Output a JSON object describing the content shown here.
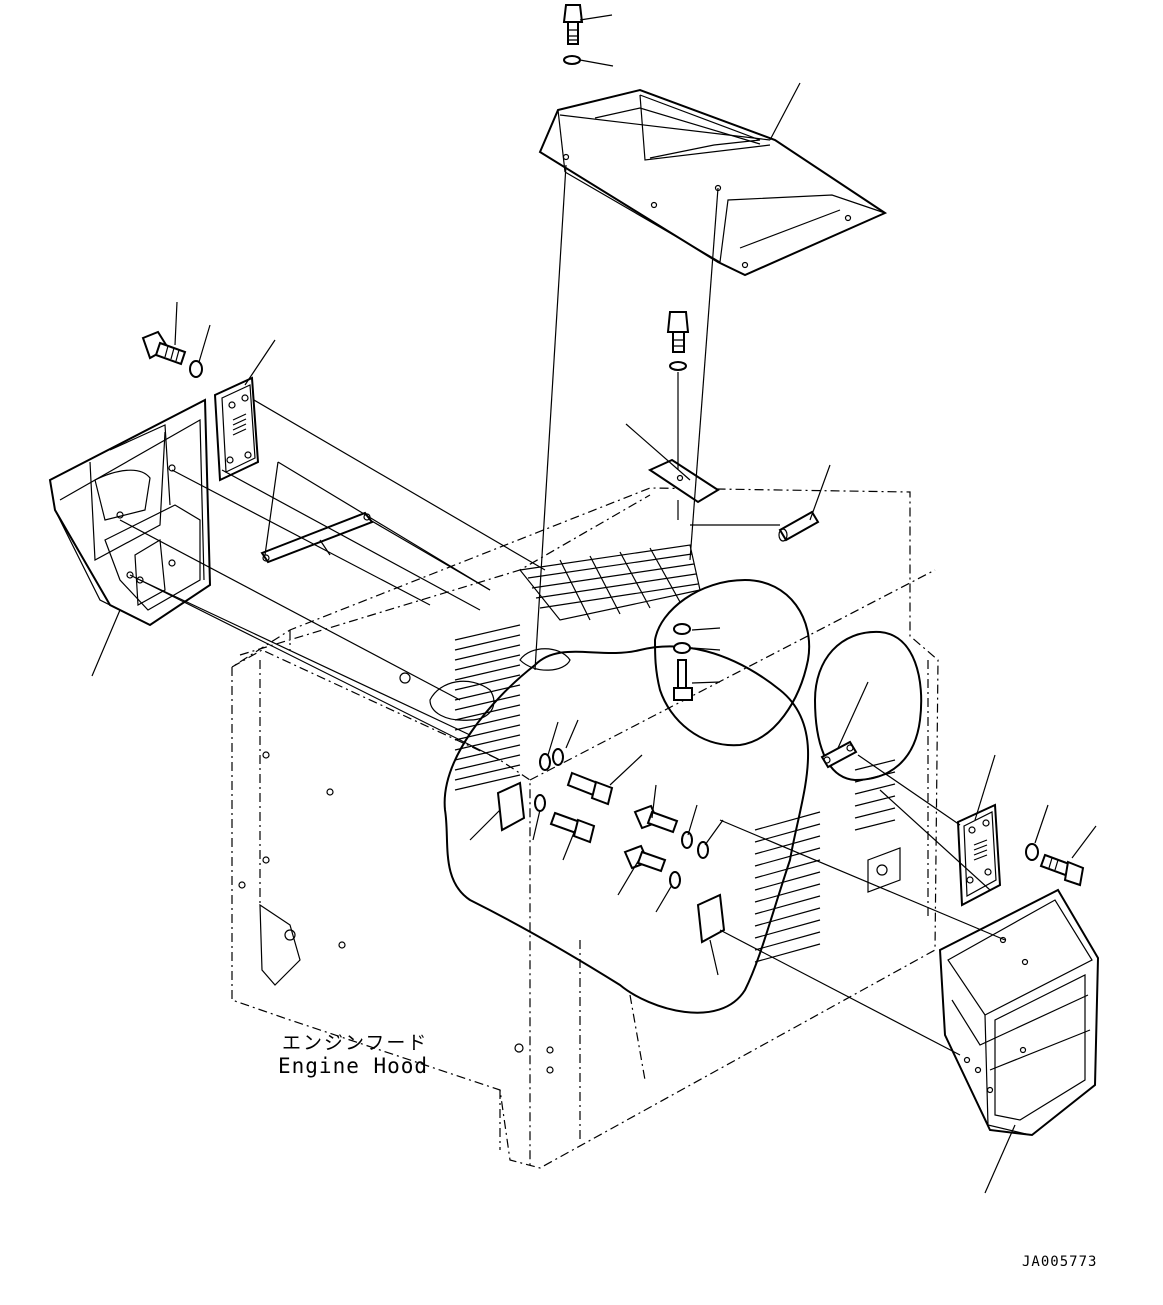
{
  "labels": {
    "engine_hood_jp": "エンジンフード",
    "engine_hood_en": "Engine Hood",
    "drawing_code": "JA005773"
  },
  "colors": {
    "ink": "#000000",
    "paper": "#ffffff"
  }
}
